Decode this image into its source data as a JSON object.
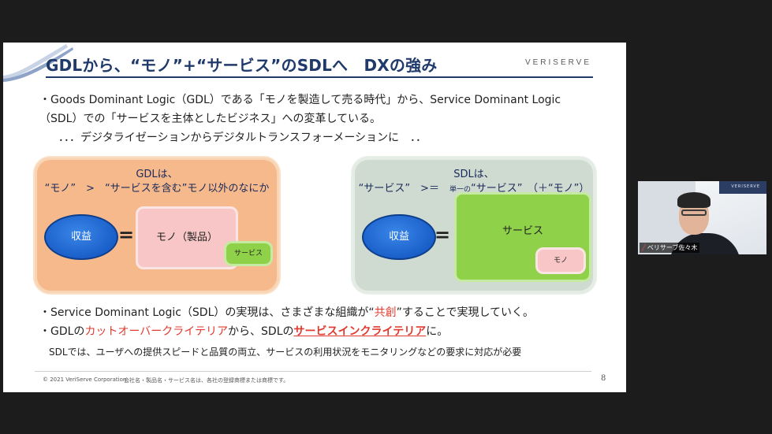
{
  "slide": {
    "title": "GDLから、“モノ”+“サービス”のSDLへ　DXの強み",
    "brand": "VERISERVE",
    "bullet1_line1": "・Goods Dominant Logic（GDL）である「モノを製造して売る時代」から、Service Dominant Logic",
    "bullet1_line2": "（SDL）での「サービスを主体としたビジネス」への変革している。",
    "bullet1_line3": "．．．デジタライゼーションからデジタルトランスフォーメーションに　．．",
    "bullet2_pre": "・Service Dominant Logic（SDL）の実現は、さまざまな組織が“",
    "bullet2_red": "共創",
    "bullet2_post": "”することで実現していく。",
    "bullet3_a": "・GDLの",
    "bullet3_red": "カットオーバークライテリア",
    "bullet3_b": "から、SDLの",
    "bullet3_redbold": "サービスインクライテリア",
    "bullet3_c": "に。",
    "note": "SDLでは、ユーザへの提供スピードと品質の両立、サービスの利用状況をモニタリングなどの要求に対応が必要",
    "copyright": "© 2021 VeriServe Corporation",
    "trademark": "会社名・製品名・サービス名は、各社の登録商標または商標です。",
    "page_number": "8"
  },
  "diagram_left": {
    "head1": "GDLは、",
    "head2": "“モノ”　>　“サービスを含む”モノ以外のなにか",
    "ellipse": "収益",
    "equal": "=",
    "main_box": "モノ（製品）",
    "small_box": "サービス"
  },
  "diagram_right": {
    "head1": "SDLは、",
    "head2_a": "“サービス”　>＝　",
    "head2_small": "単一の",
    "head2_b": "“サービス”　（＋“モノ”）",
    "ellipse": "収益",
    "equal": "=",
    "main_box": "サービス",
    "small_box": "モノ"
  },
  "webcam": {
    "participant_name": "ベリサーブ佐々木",
    "background_text": "VERISERVE"
  },
  "colors": {
    "title": "#1f3a6b",
    "accent_red": "#e03a2e",
    "left_panel": "#f6b98c",
    "right_panel": "#cfdbd0",
    "ellipse_blue": "#1a5fc9",
    "pink_box": "#f8c6c6",
    "green_box": "#8fd24a"
  }
}
